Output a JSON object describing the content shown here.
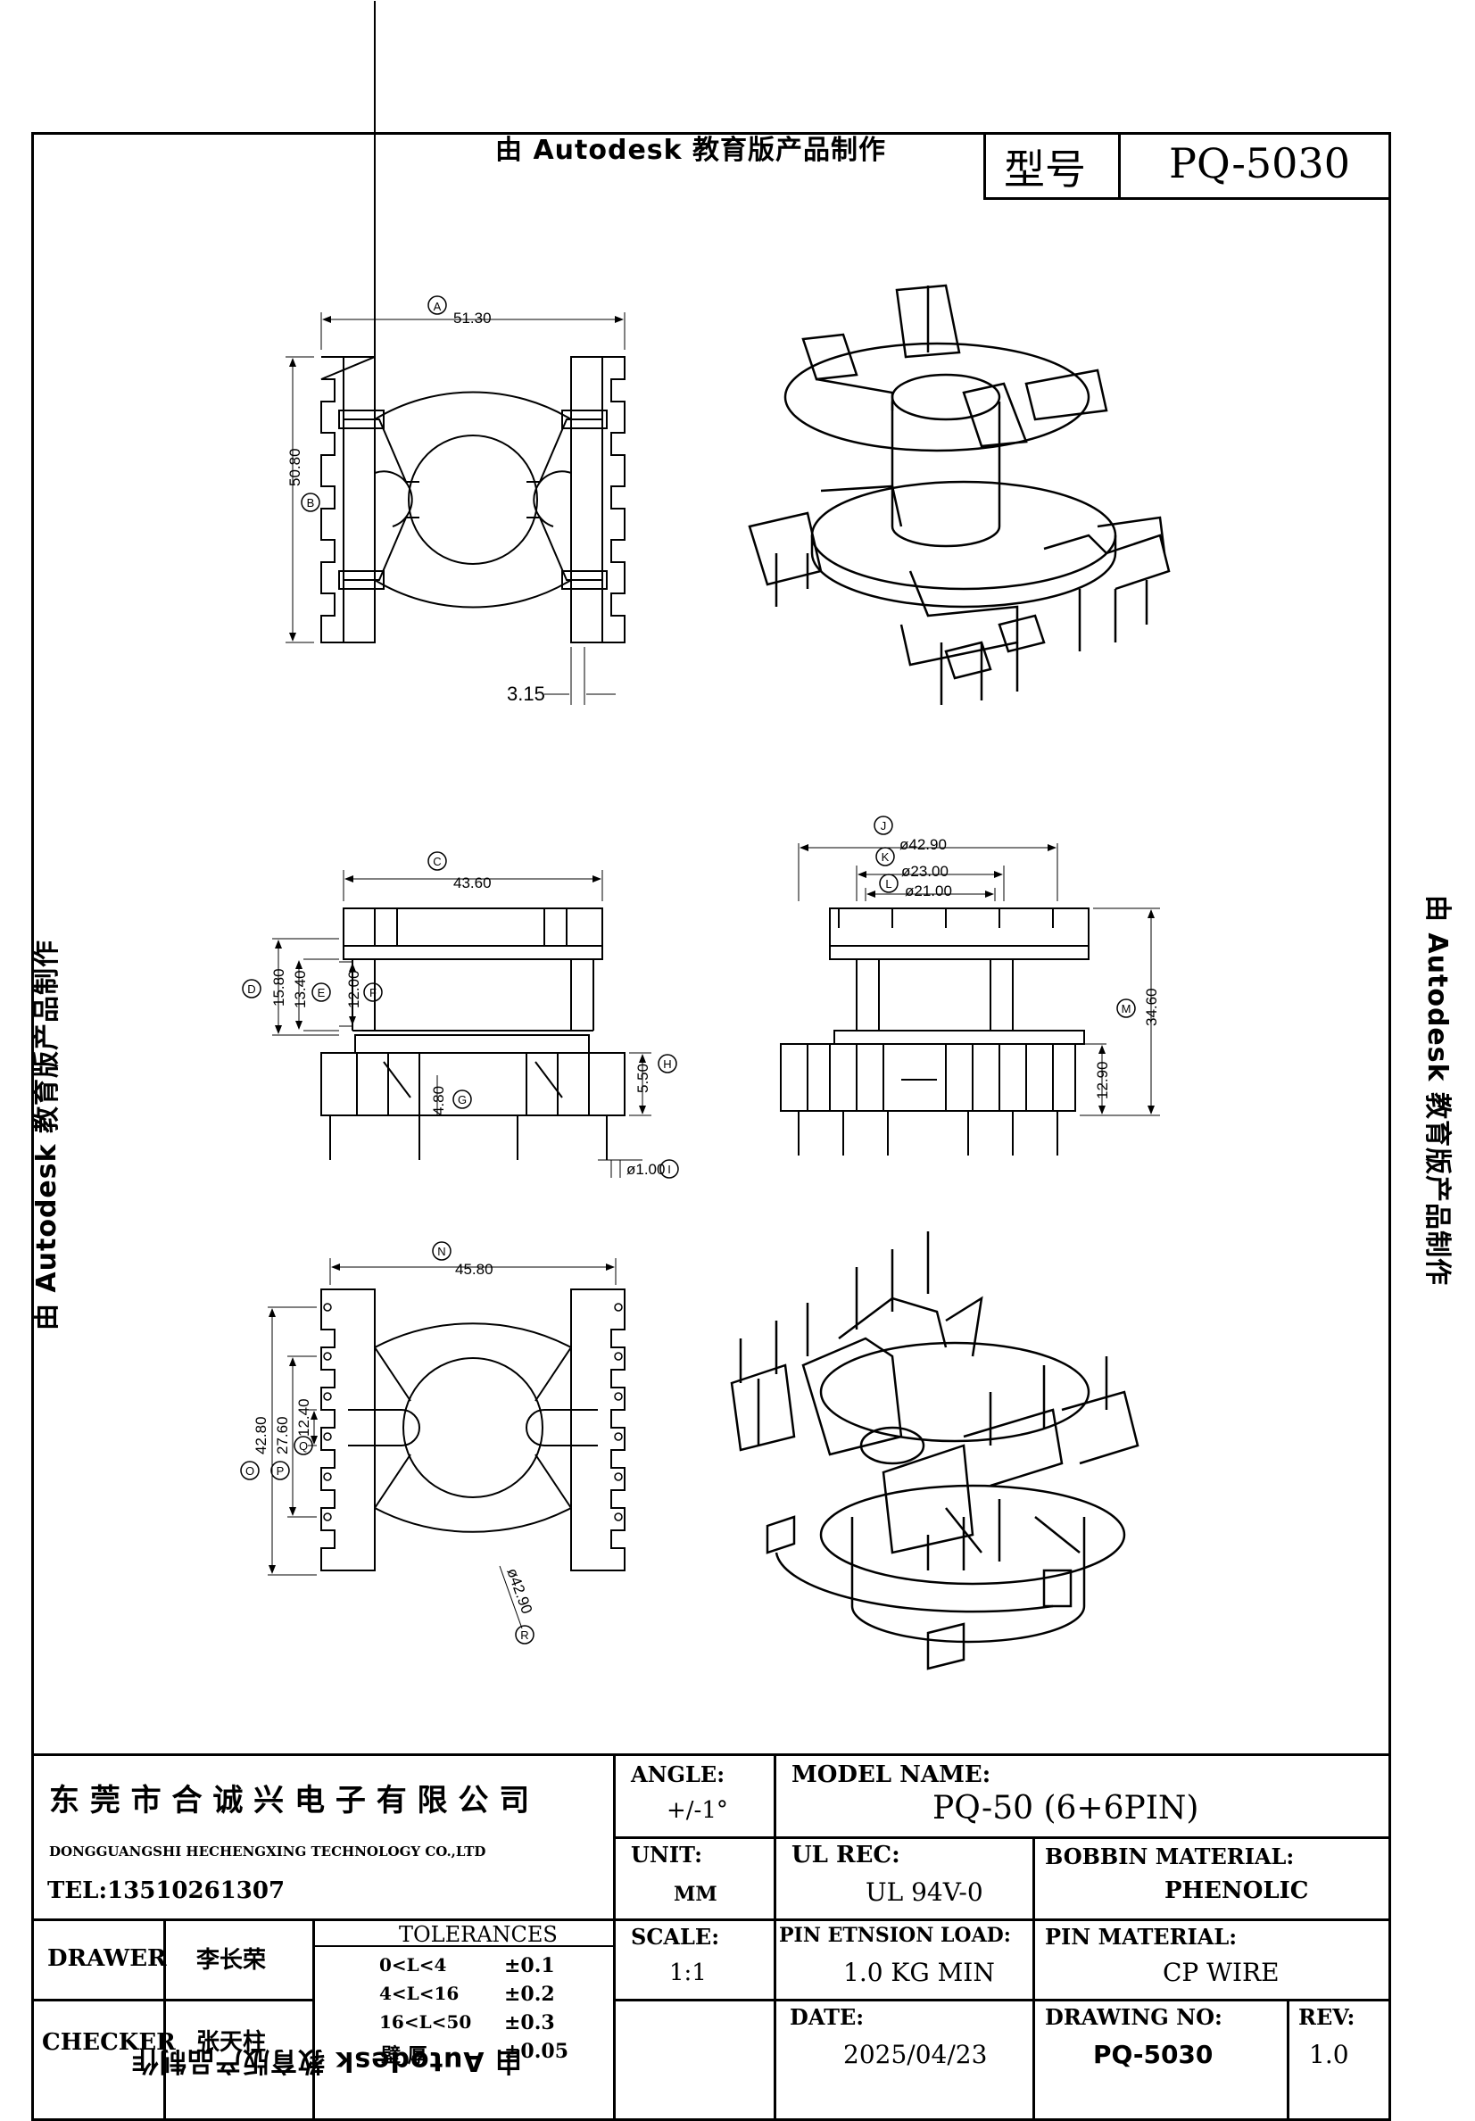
{
  "watermark": "由 Autodesk 教育版产品制作",
  "header": {
    "type_label": "型号",
    "type_value": "PQ-5030"
  },
  "dimensions": {
    "A_label": "A",
    "A_value": "51.30",
    "B_label": "B",
    "B_value": "50.80",
    "pin_gap": "3.15",
    "C_label": "C",
    "C_value": "43.60",
    "D_label": "D",
    "D_value": "15.80",
    "E_label": "E",
    "E_value": "13.40",
    "F_label": "F",
    "F_value": "12.00",
    "G_label": "G",
    "G_value": "4.80",
    "H_label": "H",
    "H_value": "5.50",
    "I_label": "I",
    "I_value": "ø1.00",
    "J_label": "J",
    "J_value": "ø42.90",
    "K_label": "K",
    "K_value": "ø23.00",
    "L_label": "L",
    "L_value": "ø21.00",
    "M_label": "M",
    "M_value": "34.60",
    "M2_value": "12.90",
    "N_label": "N",
    "N_value": "45.80",
    "O_label": "O",
    "O_value": "42.80",
    "P_label": "P",
    "P_value": "27.60",
    "Q_label": "Q",
    "Q_value": "12.40",
    "R_label": "R",
    "R_value": "ø42.90"
  },
  "title_block": {
    "company_cn": "东 莞 市 合 诚 兴 电 子 有 限 公 司",
    "company_en": "DONGGUANGSHI HECHENGXING TECHNOLOGY CO.,LTD",
    "tel": "TEL:13510261307",
    "angle_label": "ANGLE:",
    "angle_value": "+/-1°",
    "unit_label": "UNIT:",
    "unit_value": "MM",
    "scale_label": "SCALE:",
    "scale_value": "1:1",
    "model_label": "MODEL NAME:",
    "model_value": "PQ-50 (6+6PIN)",
    "ul_label": "UL REC:",
    "ul_value": "UL 94V-0",
    "bobbin_label": "BOBBIN MATERIAL:",
    "bobbin_value": "PHENOLIC",
    "pin_load_label": "PIN ETNSION LOAD:",
    "pin_load_value": "1.0 KG MIN",
    "pin_mat_label": "PIN MATERIAL:",
    "pin_mat_value": "CP WIRE",
    "date_label": "DATE:",
    "date_value": "2025/04/23",
    "drawing_label": "DRAWING NO:",
    "drawing_value": "PQ-5030",
    "rev_label": "REV:",
    "rev_value": "1.0",
    "drawer_label": "DRAWER",
    "drawer_value": "李长荣",
    "checker_label": "CHECKER",
    "checker_value": "张天柱",
    "tolerances_label": "TOLERANCES",
    "tol": [
      {
        "range": "0<L<4",
        "value": "±0.1"
      },
      {
        "range": "4<L<16",
        "value": "±0.2"
      },
      {
        "range": "16<L<50",
        "value": "±0.3"
      },
      {
        "range": "壁  厚",
        "value": "±0.05"
      }
    ]
  }
}
